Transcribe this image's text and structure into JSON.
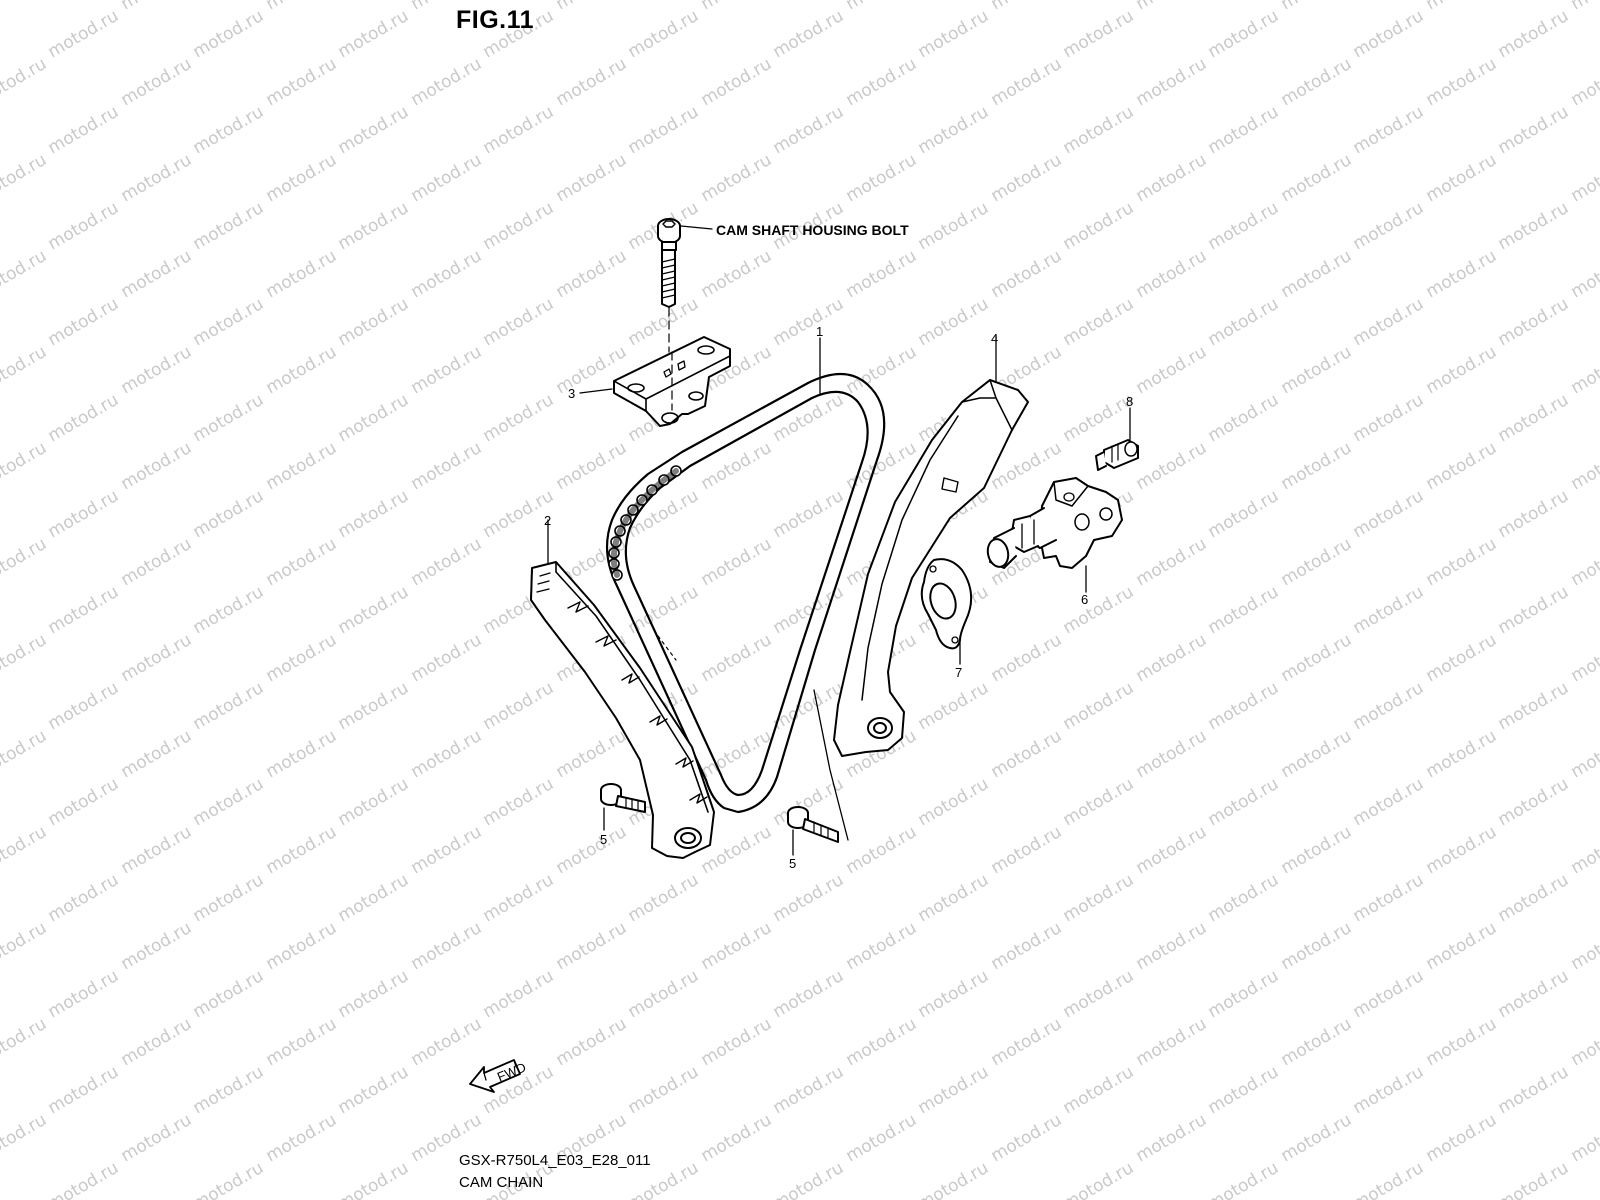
{
  "figure": {
    "title": "FIG.11",
    "code": "GSX-R750L4_E03_E28_011",
    "name": "CAM CHAIN"
  },
  "callouts": {
    "bolt_label": "CAM SHAFT HOUSING BOLT",
    "fwd_label": "FWD",
    "parts": [
      {
        "ref": "1"
      },
      {
        "ref": "2"
      },
      {
        "ref": "3"
      },
      {
        "ref": "4"
      },
      {
        "ref": "5"
      },
      {
        "ref": "5"
      },
      {
        "ref": "6"
      },
      {
        "ref": "7"
      },
      {
        "ref": "8"
      }
    ]
  },
  "watermark": {
    "text": "motod.ru"
  }
}
